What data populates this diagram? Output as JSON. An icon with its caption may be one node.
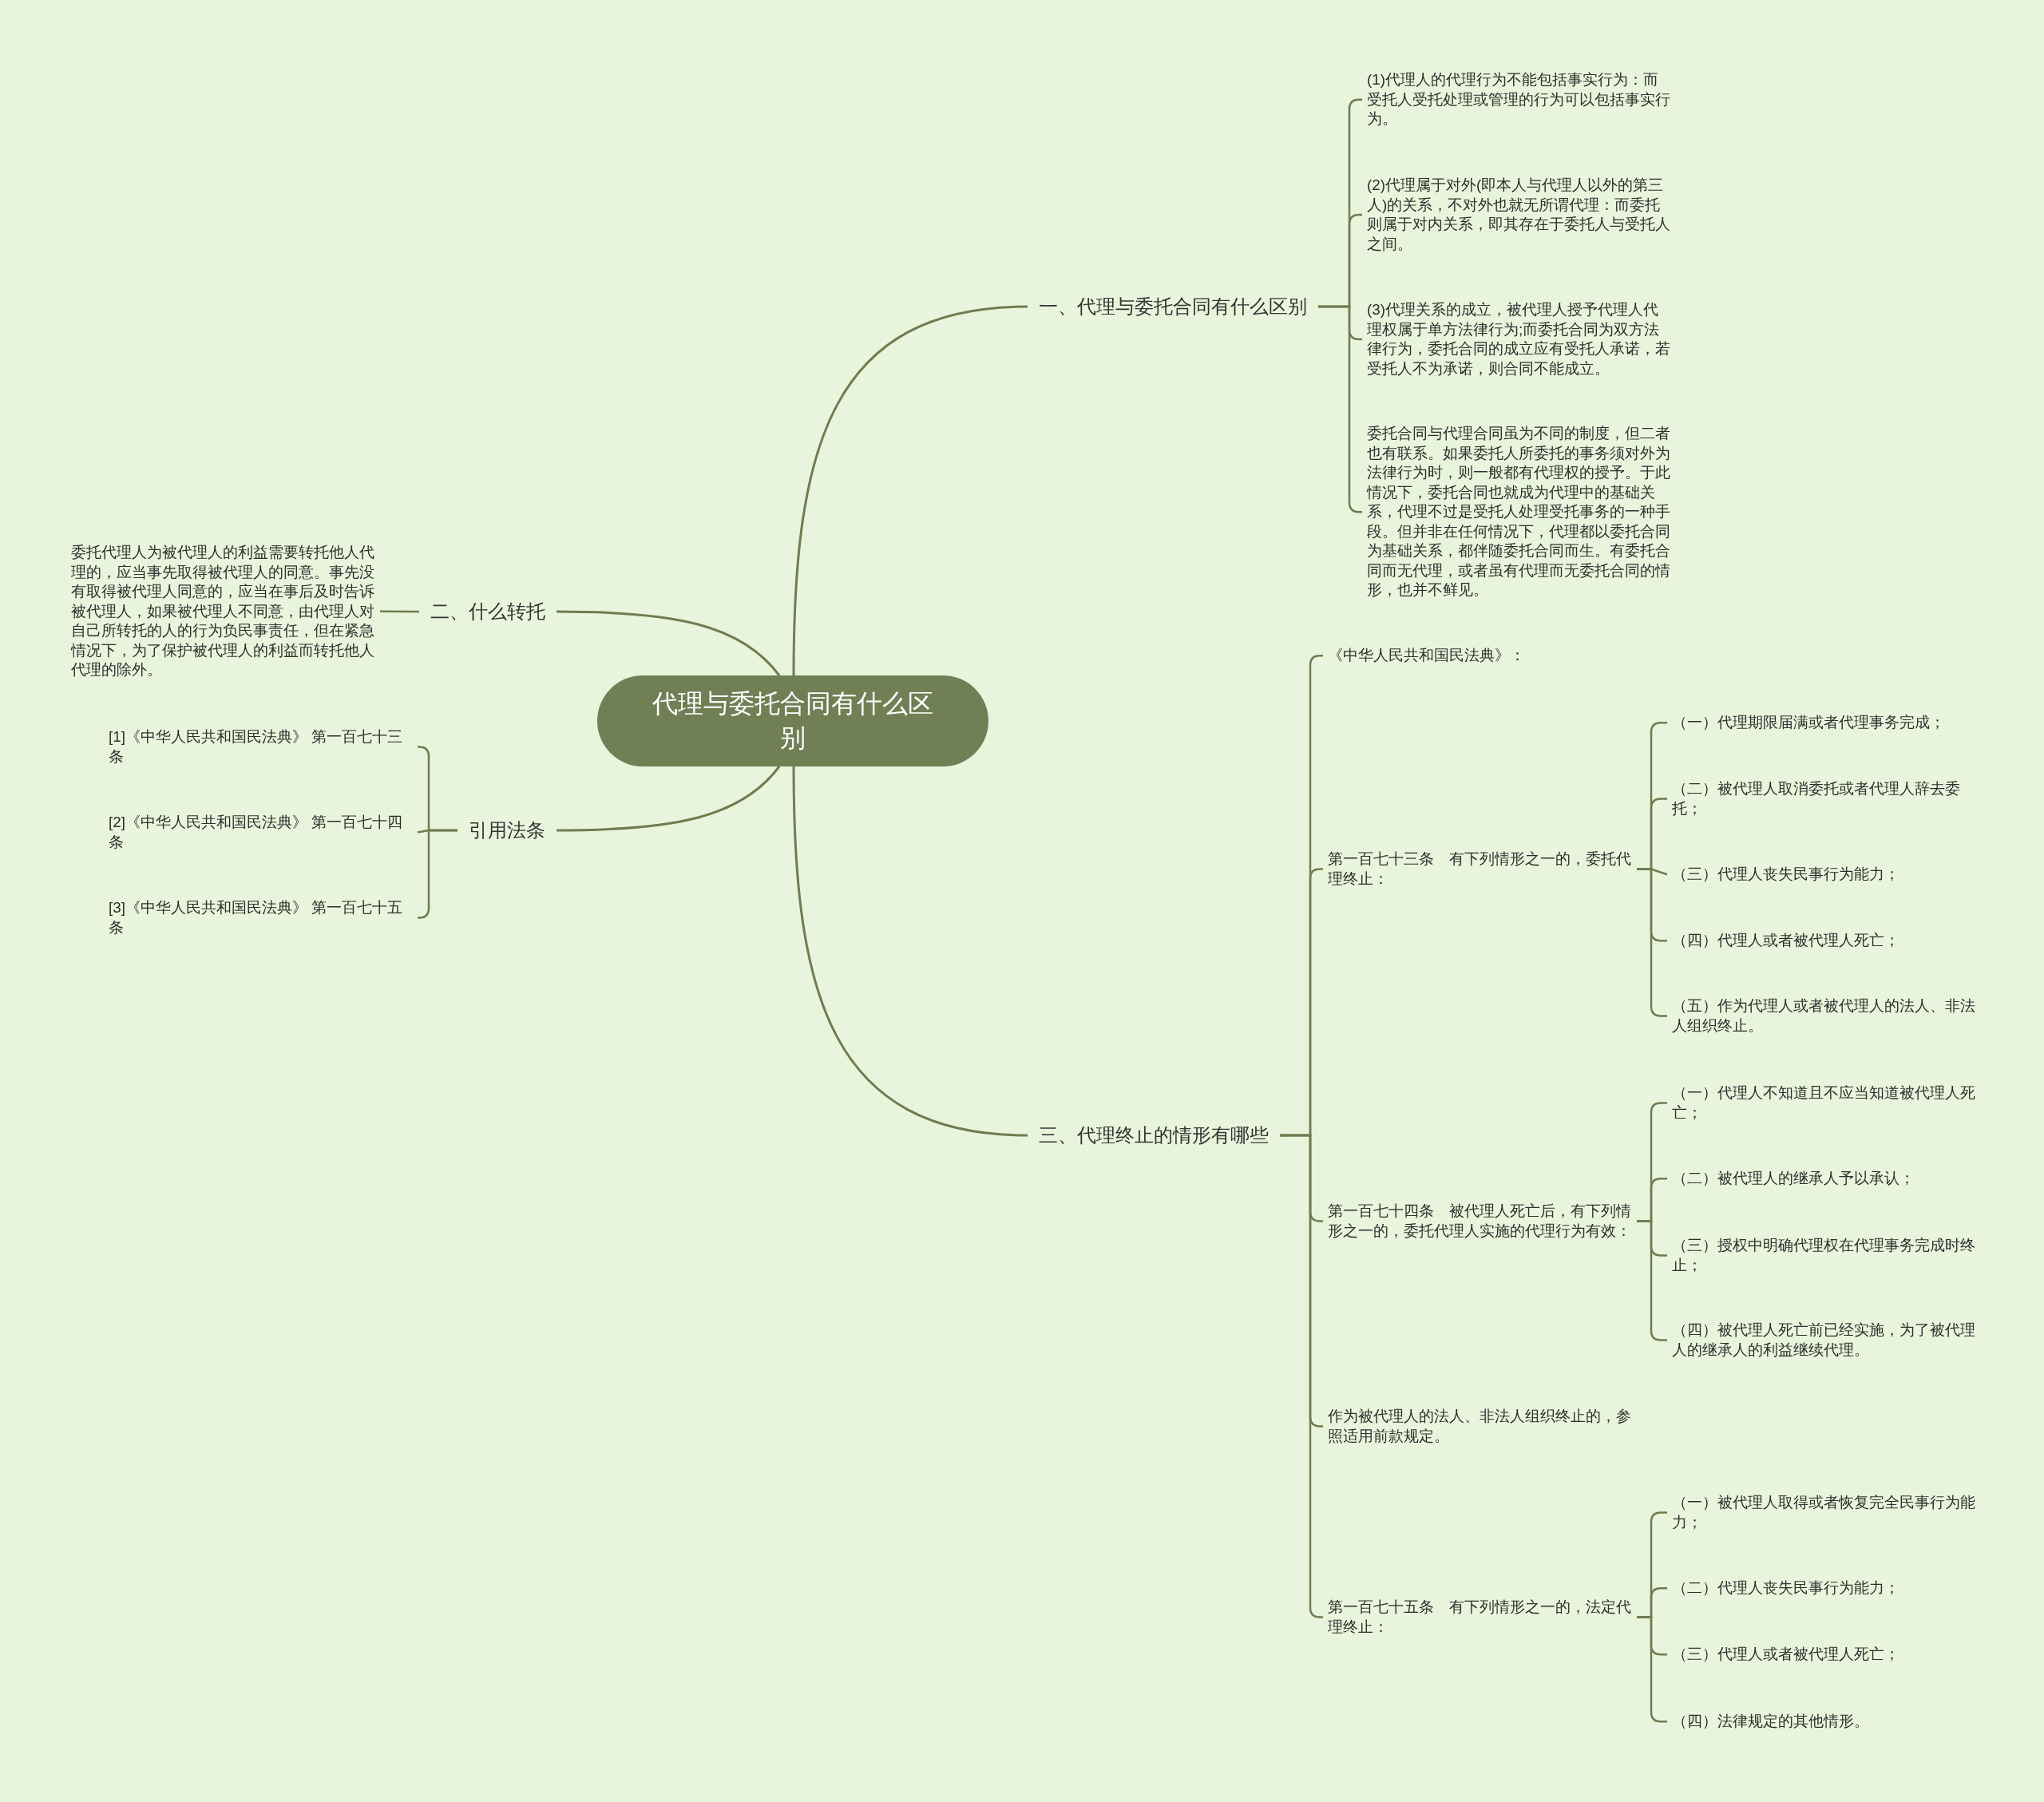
{
  "diagram": {
    "nodes": [
      {
        "text": [
          "代理与委托合同有什么区别"
        ]
      },
      {
        "text": [
          "一、代理与委托合同有什么区别"
        ]
      },
      {
        "text": [
          "(1)代理人的代理行为不能包括事实行为：而受托人受托处理或管理的行为可以包括事实行为。"
        ]
      },
      {
        "text": [
          "(2)代理属于对外(即本人与代理人以外的第三人)的关系，不对外也就无所谓代理：而委托则属于对内关系，即其存在于委托人与受托人之间。"
        ]
      },
      {
        "text": [
          "(3)代理关系的成立，被代理人授予代理人代理权属于单方法律行为;而委托合同为双方法律行为，委托合同的成立应有受托人承诺，若受托人不为承诺，则合同不能成立。"
        ]
      },
      {
        "text": [
          "委托合同与代理合同虽为不同的制度，但二者也有联系。如果委托人所委托的事务须对外为法律行为时，则一般都有代理权的授予。于此情况下，委托合同也就成为代理中的基础关系，代理不过是受托人处理受托事务的一种手段。但并非在任何情况下，代理都以委托合同为基础关系，都伴随委托合同而生。有委托合同而无代理，或者虽有代理而无委托合同的情形，也并不鲜见。"
        ]
      },
      {
        "text": [
          "三、代理终止的情形有哪些"
        ]
      },
      {
        "text": [
          "《中华人民共和国民法典》："
        ]
      },
      {
        "text": [
          "第一百七十三条　有下列情形之一的，委托代理终止："
        ]
      },
      {
        "text": [
          "（一）代理期限届满或者代理事务完成；"
        ]
      },
      {
        "text": [
          "（二）被代理人取消委托或者代理人辞去委托；"
        ]
      },
      {
        "text": [
          "（三）代理人丧失民事行为能力；"
        ]
      },
      {
        "text": [
          "（四）代理人或者被代理人死亡；"
        ]
      },
      {
        "text": [
          "（五）作为代理人或者被代理人的法人、非法人组织终止。"
        ]
      },
      {
        "text": [
          "第一百七十四条　被代理人死亡后，有下列情形之一的，委托代理人实施的代理行为有效："
        ]
      },
      {
        "text": [
          "（一）代理人不知道且不应当知道被代理人死亡；"
        ]
      },
      {
        "text": [
          "（二）被代理人的继承人予以承认；"
        ]
      },
      {
        "text": [
          "（三）授权中明确代理权在代理事务完成时终止；"
        ]
      },
      {
        "text": [
          "（四）被代理人死亡前已经实施，为了被代理人的继承人的利益继续代理。"
        ]
      },
      {
        "text": [
          "作为被代理人的法人、非法人组织终止的，参照适用前款规定。"
        ]
      },
      {
        "text": [
          "第一百七十五条　有下列情形之一的，法定代理终止："
        ]
      },
      {
        "text": [
          "（一）被代理人取得或者恢复完全民事行为能力；"
        ]
      },
      {
        "text": [
          "（二）代理人丧失民事行为能力；"
        ]
      },
      {
        "text": [
          "（三）代理人或者被代理人死亡；"
        ]
      },
      {
        "text": [
          "（四）法律规定的其他情形。"
        ]
      },
      {
        "text": [
          "二、什么转托"
        ]
      },
      {
        "text": [
          "委托代理人为被代理人的利益需要转托他人代理的，应当事先取得被代理人的同意。事先没有取得被代理人同意的，应当在事后及时告诉被代理人，如果被代理人不同意，由代理人对自己所转托的人的行为负民事责任，但在紧急情况下，为了保护被代理人的利益而转托他人代理的除外。"
        ]
      },
      {
        "text": [
          "引用法条"
        ]
      },
      {
        "text": [
          "[1]《中华人民共和国民法典》 第一百七十三条"
        ]
      },
      {
        "text": [
          "[2]《中华人民共和国民法典》 第一百七十四条"
        ]
      },
      {
        "text": [
          "[3]《中华人民共和国民法典》 第一百七十五条"
        ]
      }
    ],
    "edges": [
      {
        "from": 0,
        "to": 1,
        "arrow": "none"
      },
      {
        "from": 1,
        "to": 2,
        "arrow": "none"
      },
      {
        "from": 1,
        "to": 3,
        "arrow": "none"
      },
      {
        "from": 1,
        "to": 4,
        "arrow": "none"
      },
      {
        "from": 1,
        "to": 5,
        "arrow": "none"
      },
      {
        "from": 0,
        "to": 6,
        "arrow": "none"
      },
      {
        "from": 6,
        "to": 7,
        "arrow": "none"
      },
      {
        "from": 6,
        "to": 8,
        "arrow": "none"
      },
      {
        "from": 6,
        "to": 14,
        "arrow": "none"
      },
      {
        "from": 6,
        "to": 19,
        "arrow": "none"
      },
      {
        "from": 6,
        "to": 20,
        "arrow": "none"
      },
      {
        "from": 8,
        "to": 9,
        "arrow": "none"
      },
      {
        "from": 8,
        "to": 10,
        "arrow": "none"
      },
      {
        "from": 8,
        "to": 11,
        "arrow": "none"
      },
      {
        "from": 8,
        "to": 12,
        "arrow": "none"
      },
      {
        "from": 8,
        "to": 13,
        "arrow": "none"
      },
      {
        "from": 14,
        "to": 15,
        "arrow": "none"
      },
      {
        "from": 14,
        "to": 16,
        "arrow": "none"
      },
      {
        "from": 14,
        "to": 17,
        "arrow": "none"
      },
      {
        "from": 14,
        "to": 18,
        "arrow": "none"
      },
      {
        "from": 20,
        "to": 21,
        "arrow": "none"
      },
      {
        "from": 20,
        "to": 22,
        "arrow": "none"
      },
      {
        "from": 20,
        "to": 23,
        "arrow": "none"
      },
      {
        "from": 20,
        "to": 24,
        "arrow": "none"
      },
      {
        "from": 0,
        "to": 25,
        "arrow": "none"
      },
      {
        "from": 25,
        "to": 26,
        "arrow": "none"
      },
      {
        "from": 0,
        "to": 27,
        "arrow": "none"
      },
      {
        "from": 27,
        "to": 28,
        "arrow": "none"
      },
      {
        "from": 27,
        "to": 29,
        "arrow": "none"
      },
      {
        "from": 27,
        "to": 30,
        "arrow": "none"
      }
    ]
  }
}
